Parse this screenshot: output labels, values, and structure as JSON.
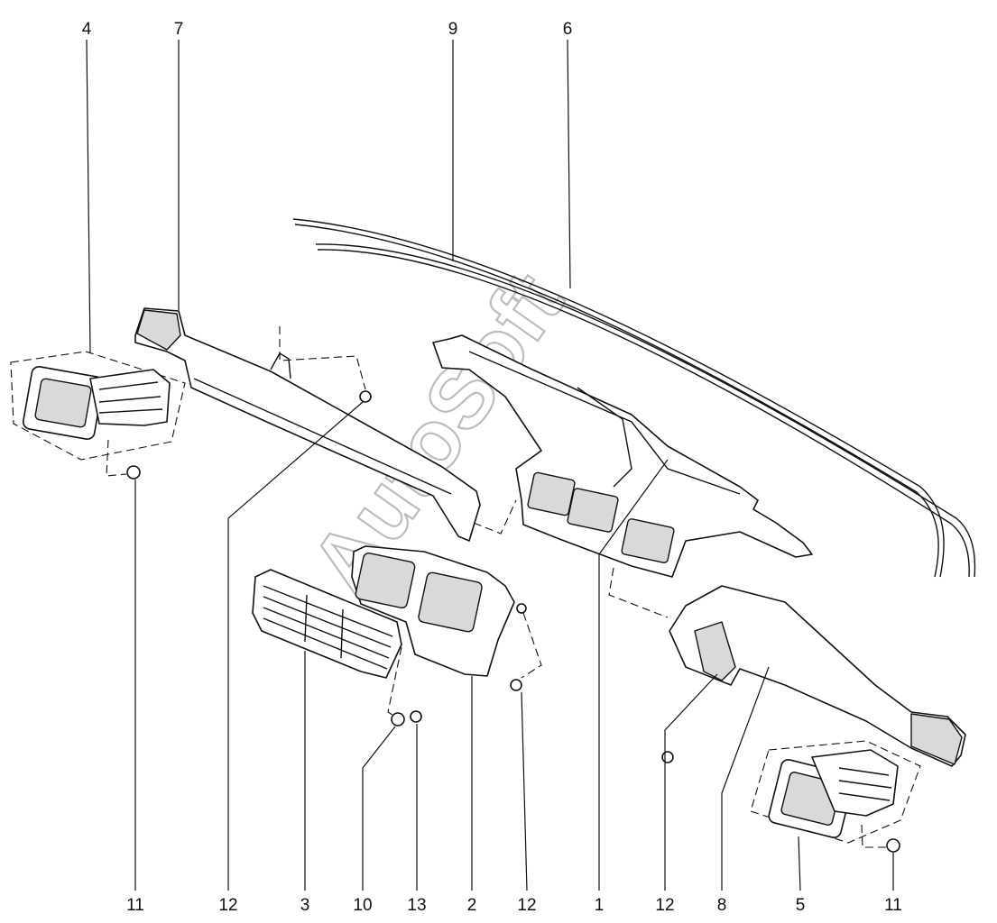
{
  "watermark": "AutoSoft",
  "callouts": {
    "c4_top": "4",
    "c7_top": "7",
    "c9_top": "9",
    "c6_top": "6",
    "c11_left": "11",
    "c12_a": "12",
    "c3": "3",
    "c10": "10",
    "c13": "13",
    "c2": "2",
    "c12_b": "12",
    "c1": "1",
    "c12_c": "12",
    "c8": "8",
    "c5": "5",
    "c11_right": "11"
  }
}
